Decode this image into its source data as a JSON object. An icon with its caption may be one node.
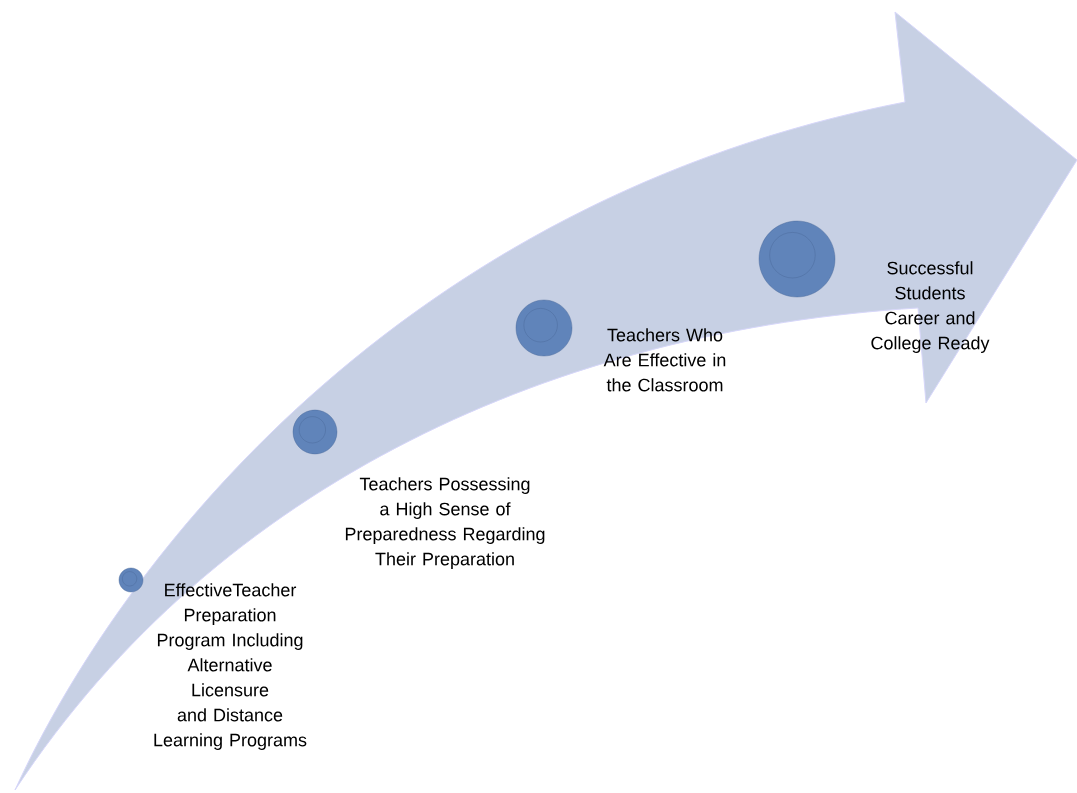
{
  "diagram": {
    "nodes": [
      {
        "text": [
          "EffectiveTeacher Preparation Program Including Alternative Licensure and Distance Learning Programs"
        ]
      },
      {
        "text": [
          "Teachers Possessing a High Sense of Preparedness Regarding Their Preparation"
        ]
      },
      {
        "text": [
          "Teachers Who Are Effective in the Classroom"
        ]
      },
      {
        "text": [
          "Successful Students Career and College Ready"
        ]
      }
    ]
  }
}
